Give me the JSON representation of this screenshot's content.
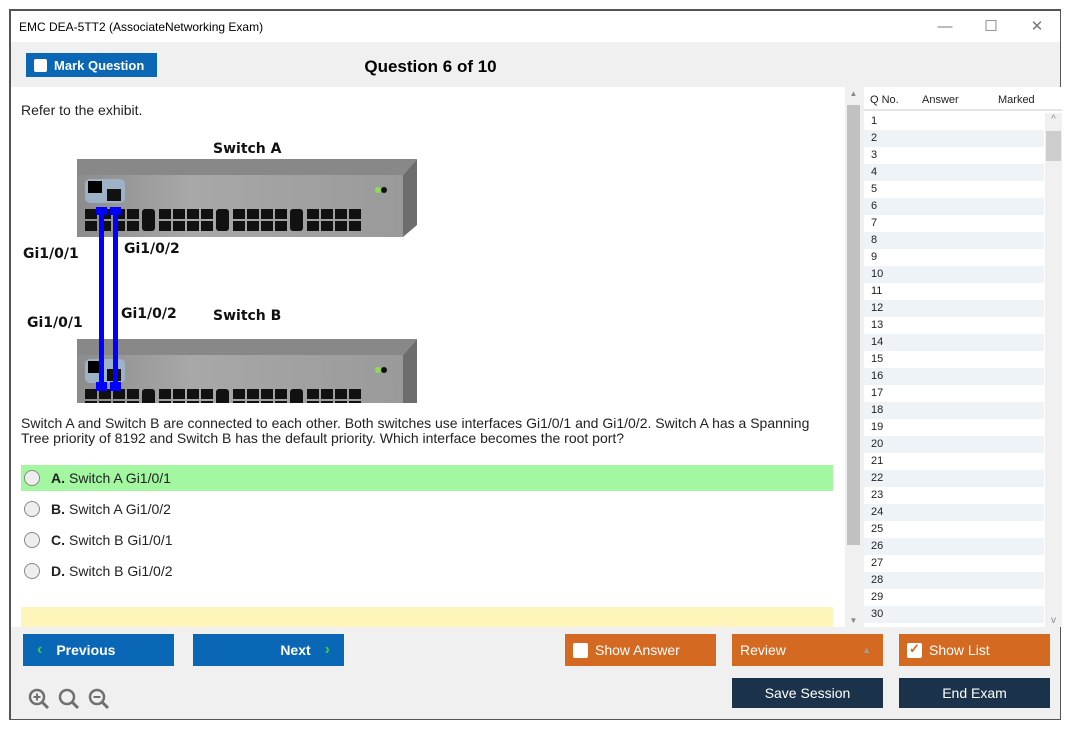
{
  "window": {
    "title": "EMC DEA-5TT2 (AssociateNetworking Exam)",
    "controls": {
      "minimize": "—",
      "maximize": "☐",
      "close": "✕"
    }
  },
  "header": {
    "mark_question_label": "Mark Question",
    "question_counter": "Question 6 of 10"
  },
  "question": {
    "intro": "Refer to the exhibit.",
    "exhibit": {
      "switch_a_label": "Switch A",
      "switch_b_label": "Switch B",
      "a_port1_label": "Gi1/0/1",
      "a_port2_label": "Gi1/0/2",
      "b_port1_label": "Gi1/0/1",
      "b_port2_label": "Gi1/0/2",
      "cable_color": "#0000ff"
    },
    "text": "Switch A and Switch B are connected to each other. Both switches use interfaces Gi1/0/1 and Gi1/0/2. Switch A has a Spanning Tree priority of 8192 and Switch B has the default priority. Which interface becomes the root port?",
    "options": [
      {
        "letter": "A.",
        "text": "Switch A Gi1/0/1",
        "highlighted": true
      },
      {
        "letter": "B.",
        "text": "Switch A Gi1/0/2",
        "highlighted": false
      },
      {
        "letter": "C.",
        "text": "Switch B Gi1/0/1",
        "highlighted": false
      },
      {
        "letter": "D.",
        "text": "Switch B Gi1/0/2",
        "highlighted": false
      }
    ]
  },
  "question_list": {
    "headers": {
      "qno": "Q No.",
      "answer": "Answer",
      "marked": "Marked"
    },
    "rows": [
      "1",
      "2",
      "3",
      "4",
      "5",
      "6",
      "7",
      "8",
      "9",
      "10",
      "11",
      "12",
      "13",
      "14",
      "15",
      "16",
      "17",
      "18",
      "19",
      "20",
      "21",
      "22",
      "23",
      "24",
      "25",
      "26",
      "27",
      "28",
      "29",
      "30"
    ]
  },
  "footer": {
    "previous_label": "Previous",
    "next_label": "Next",
    "show_answer_label": "Show Answer",
    "review_label": "Review",
    "show_list_label": "Show List",
    "save_session_label": "Save Session",
    "end_exam_label": "End Exam",
    "show_answer_checked": false,
    "show_list_checked": true
  },
  "colors": {
    "primary_blue": "#0a67b5",
    "orange": "#d46a22",
    "navy": "#1b334a",
    "correct_green": "#a2f7a0",
    "note_yellow": "#fdf5b9"
  }
}
